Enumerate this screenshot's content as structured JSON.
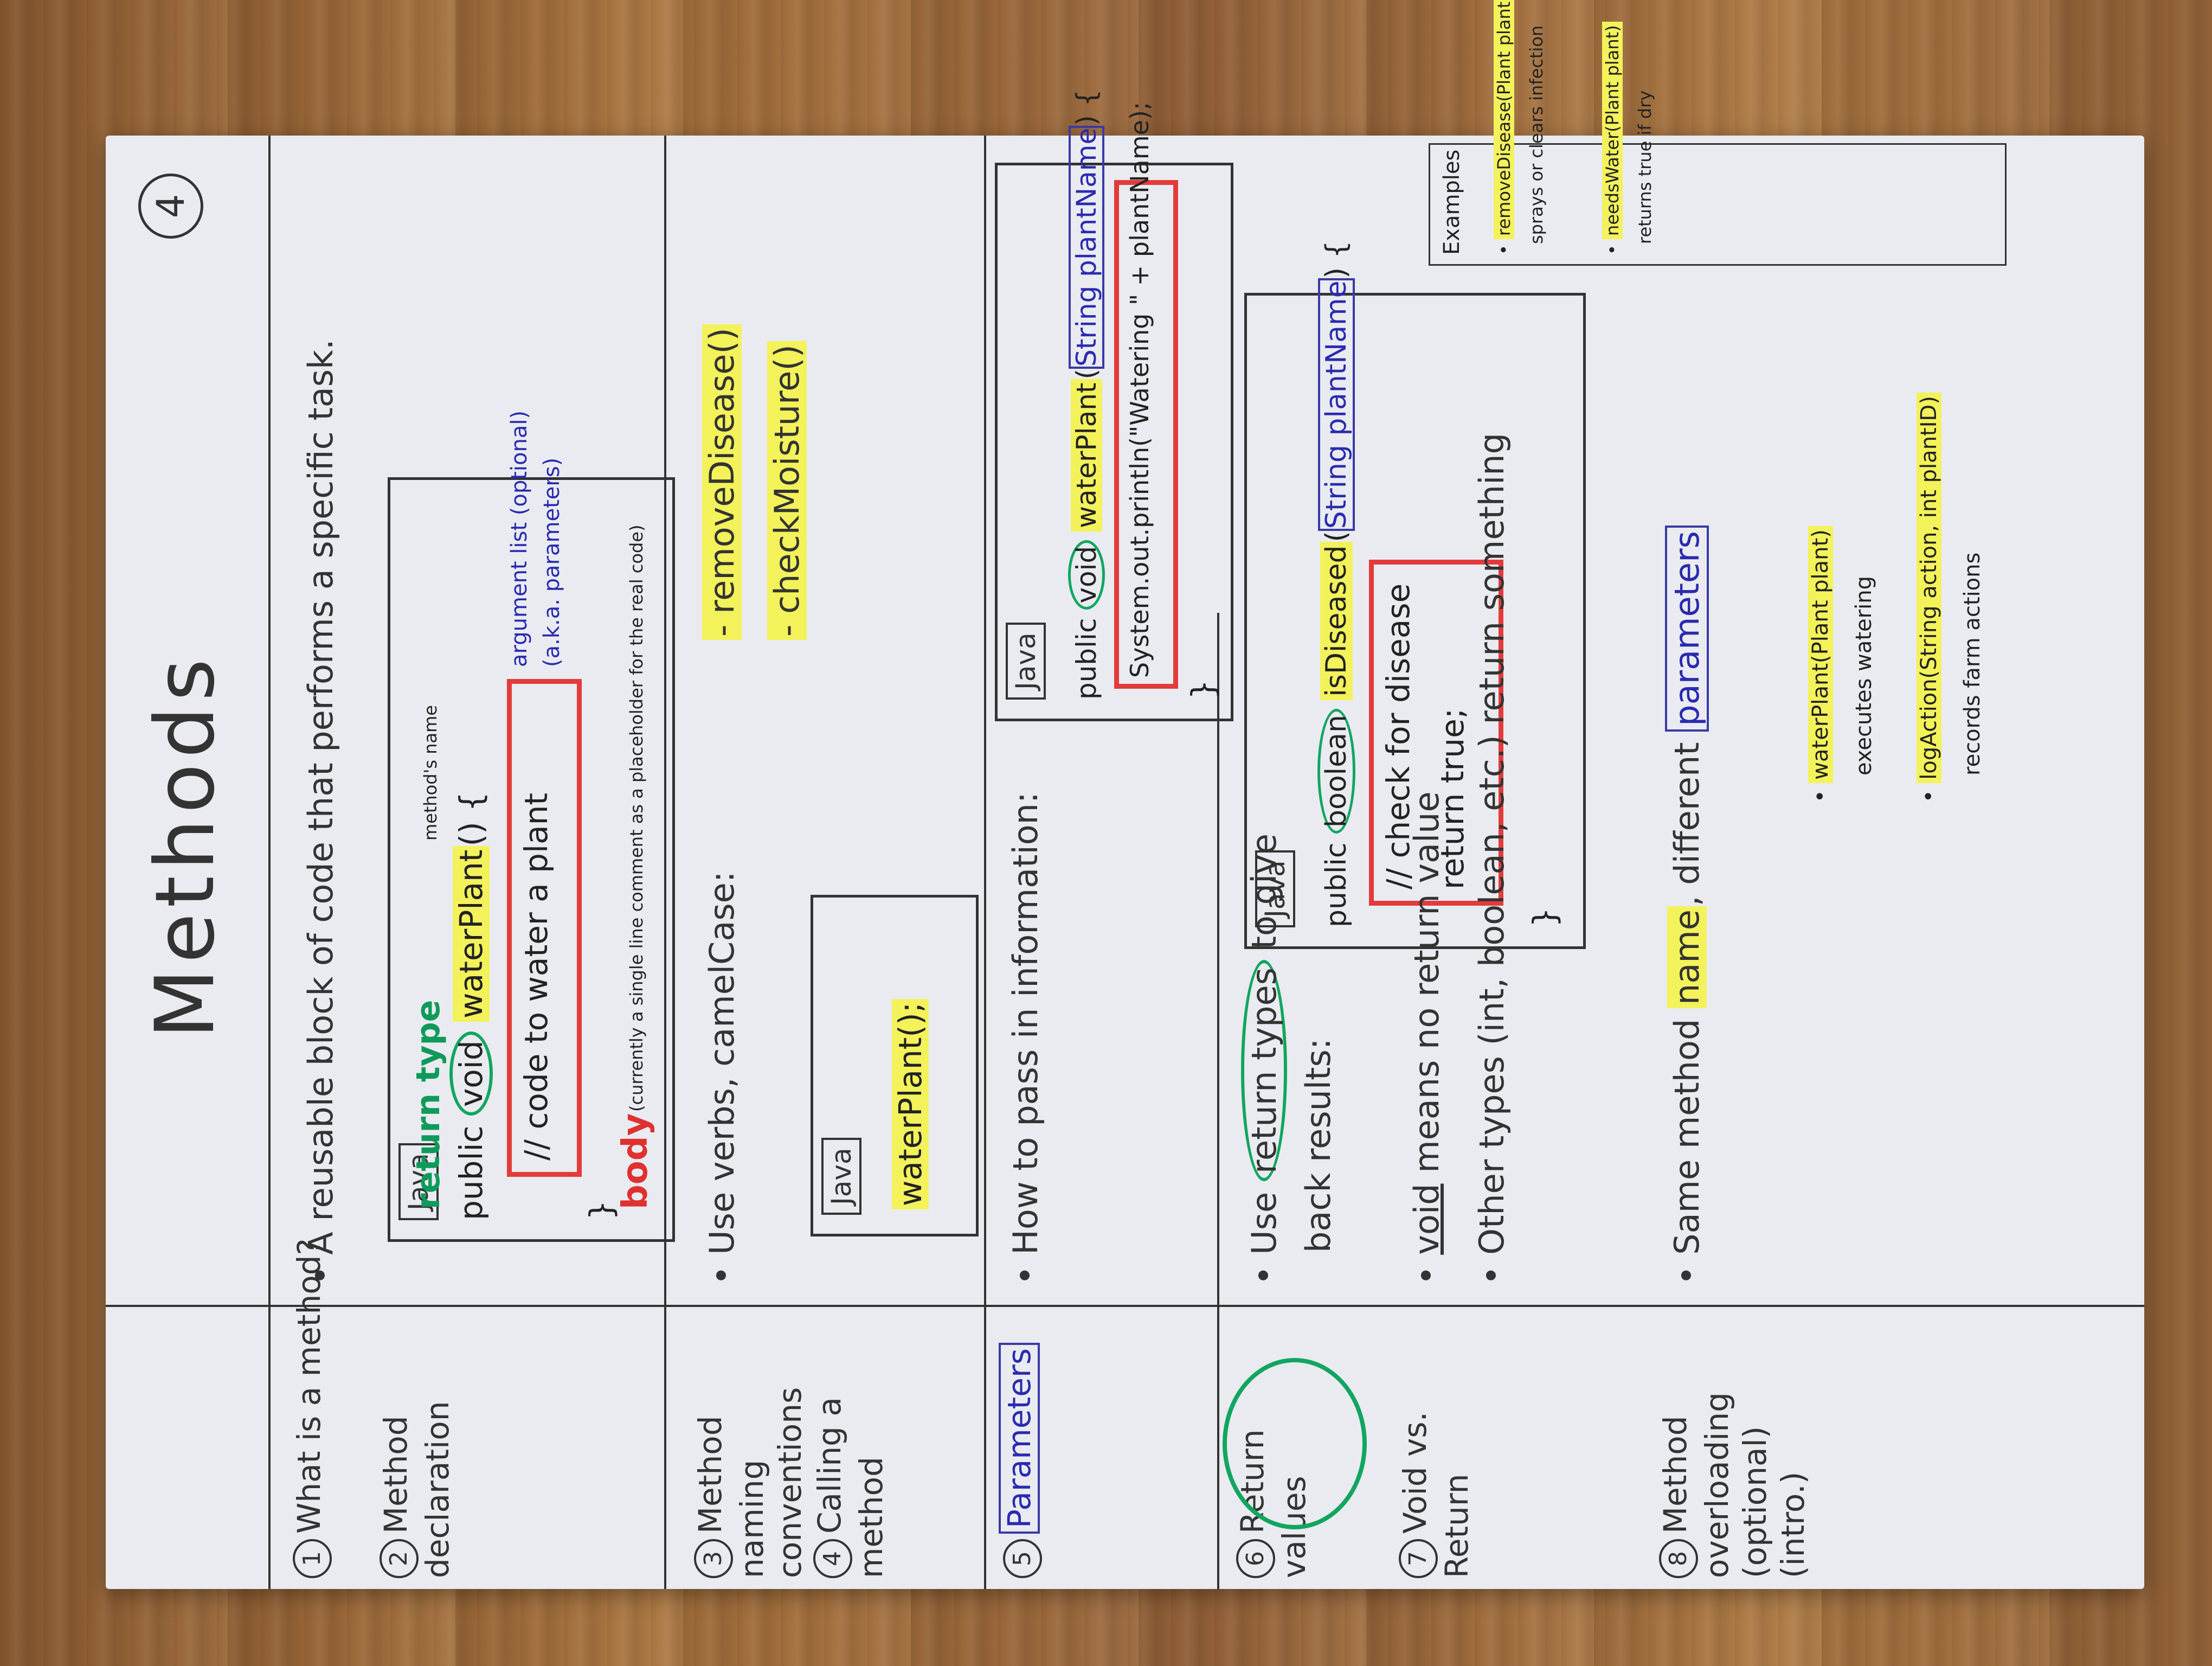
{
  "title": "Methods",
  "page_number": "4",
  "sections": [
    {
      "num": "1",
      "label": "What is a method?"
    },
    {
      "num": "2",
      "label": "Method declaration"
    },
    {
      "num": "3",
      "label": "Method naming conventions"
    },
    {
      "num": "4",
      "label": "Calling a method"
    },
    {
      "num": "5",
      "label": "Parameters"
    },
    {
      "num": "6",
      "label": "Return values"
    },
    {
      "num": "7",
      "label": "Void vs. Return"
    },
    {
      "num": "8",
      "label": "Method overloading (optional) (intro.)"
    }
  ],
  "s1": {
    "bullet": "A reusable block of code that performs a specific task."
  },
  "s2": {
    "java": "Java",
    "line1a": "public",
    "line1_void": "void",
    "line1_name": "waterPlant",
    "line1_end": "() {",
    "body_line": "// code to water a plant",
    "close": "}",
    "ann_return_type": "return type",
    "ann_method_name": "method's name",
    "ann_argument_list": "argument list (optional)",
    "ann_aka": "(a.k.a. parameters)",
    "ann_body": "body",
    "ann_body_note": "(currently a single line comment as a placeholder for the real code)"
  },
  "s3": {
    "bullet": "Use verbs, camelCase:",
    "ex1": "- removeDisease()",
    "ex2": "- checkMoisture()"
  },
  "s4": {
    "java": "Java",
    "code": "waterPlant();"
  },
  "s5": {
    "bullet": "How to pass in information:",
    "java": "Java",
    "line1a": "public",
    "line1_void": "void",
    "line1_name": "waterPlant",
    "line1_param": "String plantName",
    "line1_end": ") {",
    "body_line": "System.out.println(\"Watering \" + plantName);",
    "close": "}"
  },
  "s6": {
    "bullet_a": "Use",
    "bullet_b": "return types",
    "bullet_c": "to give",
    "bullet_d": "back results:",
    "java": "Java",
    "line1a": "public",
    "line1_type": "boolean",
    "line1_name": "isDiseased",
    "line1_param": "String plantName",
    "line1_end": ") {",
    "body_1": "// check for disease",
    "body_2": "return true;",
    "close": "}"
  },
  "examples": {
    "title": "Examples",
    "ex1_name": "removeDisease(Plant plant)",
    "ex1_desc": "sprays or clears infection",
    "ex2_name": "needsWater(Plant plant)",
    "ex2_desc": "returns true if dry"
  },
  "s7": {
    "bullet1_a": "void",
    "bullet1_b": "means no return value",
    "bullet2": "Other types (int, boolean, etc.) return something",
    "ex1_name": "waterPlant(Plant plant)",
    "ex1_desc": "executes watering",
    "ex2_name": "logAction(String action, int plantID)",
    "ex2_desc": "records farm actions"
  },
  "s8": {
    "bullet_a": "Same method",
    "bullet_b": "name",
    "bullet_c": ", different",
    "bullet_d": "parameters"
  }
}
